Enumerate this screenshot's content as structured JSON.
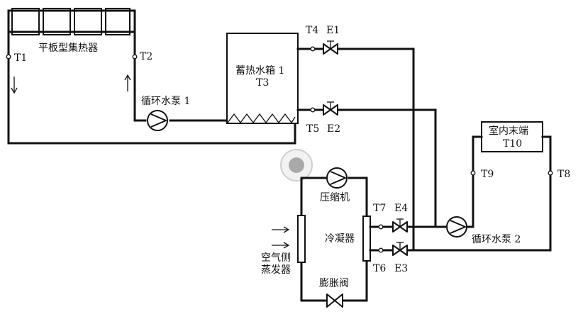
{
  "labels": {
    "collector": "平板型集热器",
    "t1": "T1",
    "t2": "T2",
    "pump1": "循环水泵 1",
    "tank_line1": "蓄热水箱 1",
    "tank_line2": "T3",
    "t4": "T4",
    "e1": "E1",
    "t5": "T5",
    "e2": "E2",
    "terminal_line1": "室内末端",
    "terminal_line2": "T10",
    "t9": "T9",
    "t8": "T8",
    "compressor": "压缩机",
    "t7": "T7",
    "e4": "E4",
    "condenser": "冷凝器",
    "evaporator_line1": "空气侧",
    "evaporator_line2": "蒸发器",
    "t6": "T6",
    "e3": "E3",
    "expansion_valve": "膨胀阀",
    "pump2": "循环水泵 2"
  },
  "colors": {
    "line": "#111111",
    "fan": "#a9a9a9",
    "background": "#ffffff"
  },
  "icons": {
    "pump": "pump-circle-triangle-icon",
    "valve": "gate-valve-icon",
    "expansion": "expansion-valve-icon",
    "fan": "fan-icon",
    "arrow": "flow-arrow-icon"
  }
}
